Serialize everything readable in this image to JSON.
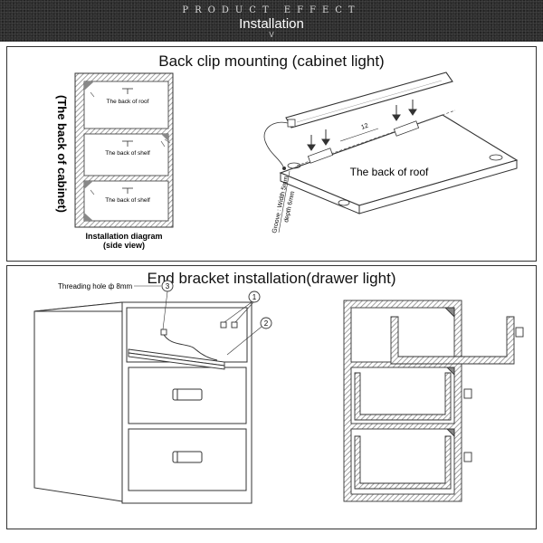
{
  "header": {
    "kicker": "PRODUCT EFFECT",
    "title": "Installation",
    "chevron": "V"
  },
  "back_clip": {
    "title": "Back clip mounting (cabinet light)",
    "side_label": "(The back of cabinet)",
    "shelf_labels": [
      "The back of roof",
      "The back of shelf",
      "The back of shelf"
    ],
    "caption_line1": "Installation diagram",
    "caption_line2": "(side view)",
    "roof_label": "The back of roof",
    "groove_label": "Groove : Width 5mm",
    "depth_label": "depth 6mm",
    "dimension_label": "12"
  },
  "end_bracket": {
    "title": "End bracket installation(drawer light)",
    "threading_label": "Threading hole ф 8mm",
    "callouts": [
      "1",
      "2",
      "3"
    ]
  },
  "colors": {
    "header_bg": "#2e2e2e",
    "line": "#333333",
    "hatch": "#9a9a9a"
  }
}
